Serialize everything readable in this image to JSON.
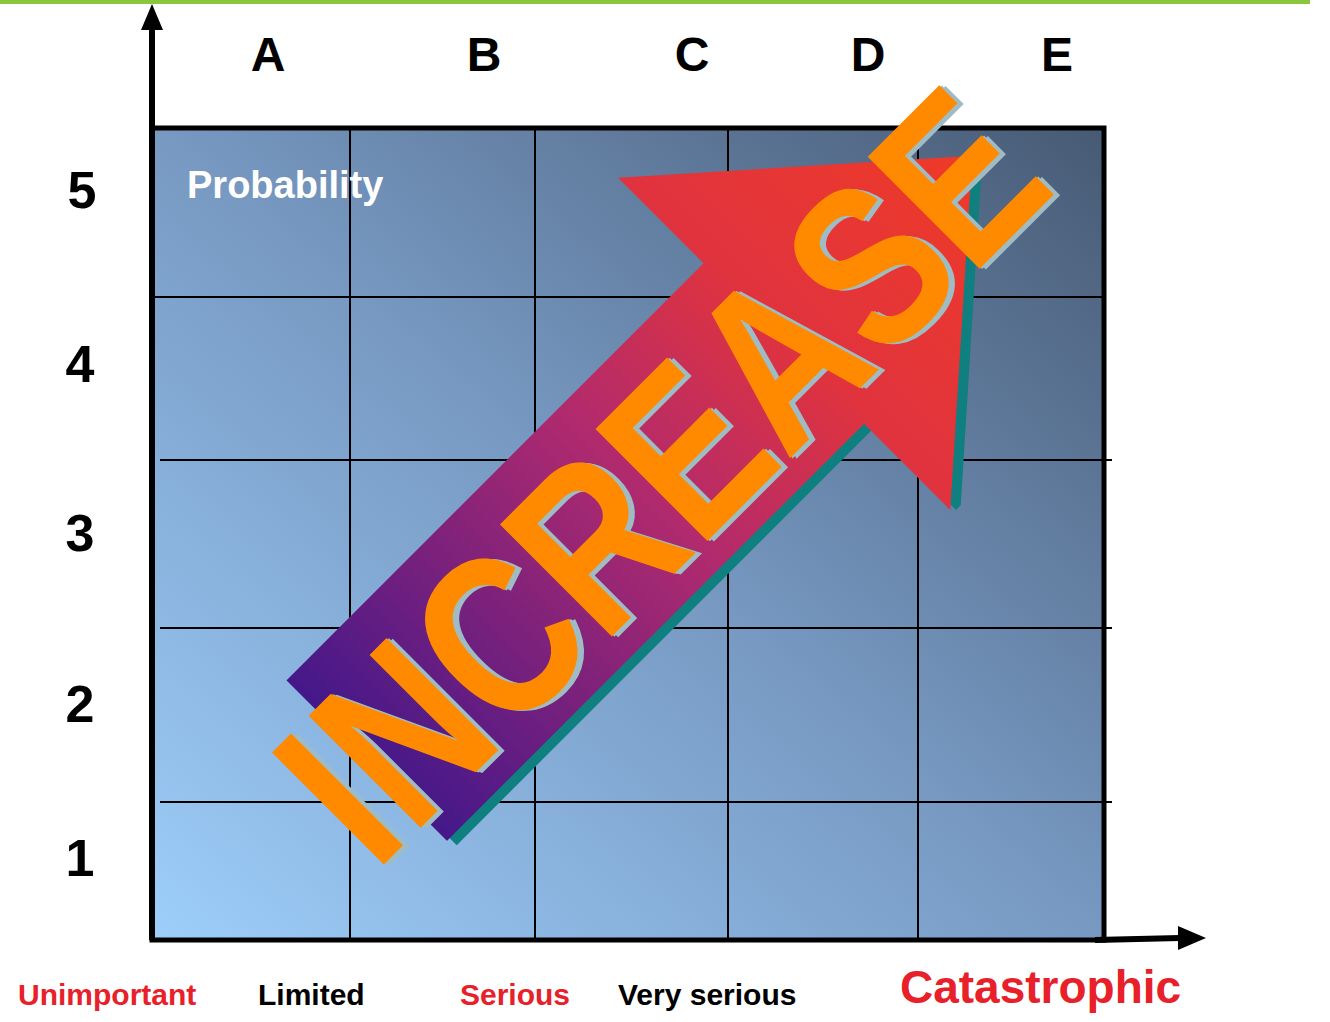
{
  "diagram": {
    "nodes": [
      {
        "text": [
          "INCREASE"
        ]
      }
    ],
    "labels": [
      "A",
      "B",
      "C",
      "D",
      "E",
      "5",
      "4",
      "3",
      "2",
      "1",
      "Probability",
      "Unimportant",
      "Limited",
      "Serious",
      "Very serious",
      "Catastrophic"
    ]
  }
}
